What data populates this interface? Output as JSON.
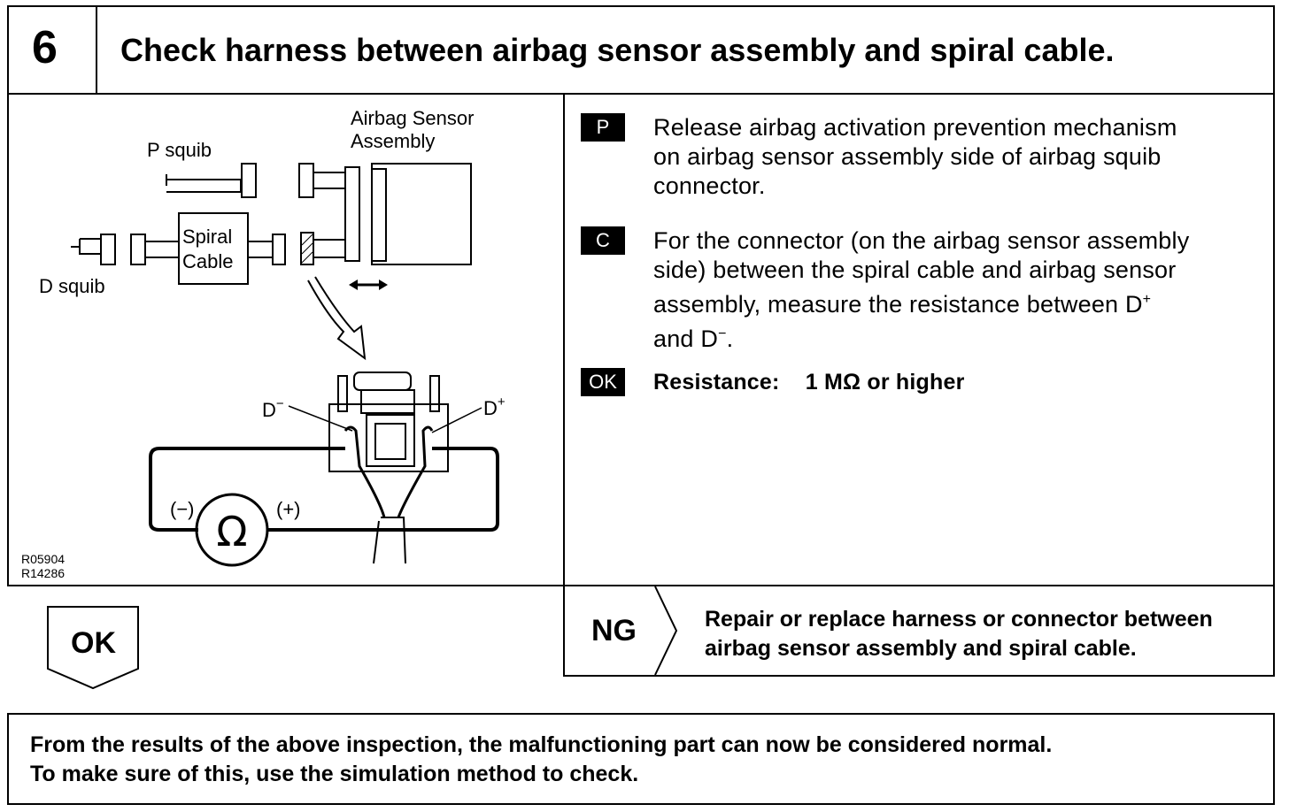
{
  "header": {
    "step_number": "6",
    "title": "Check harness between airbag sensor assembly and spiral cable."
  },
  "diagram": {
    "label_sensor_line1": "Airbag Sensor",
    "label_sensor_line2": "Assembly",
    "label_p_squib": "P squib",
    "label_d_squib": "D squib",
    "label_spiral_line1": "Spiral",
    "label_spiral_line2": "Cable",
    "label_d_minus": "D",
    "label_d_plus": "D",
    "sup_minus": "−",
    "sup_plus": "+",
    "label_neg": "(−)",
    "label_pos": "(+)",
    "label_ohm": "Ω",
    "code_1": "R05904",
    "code_2": "R14286"
  },
  "steps": [
    {
      "tag": "P",
      "lines": [
        "Release airbag activation prevention mechanism",
        "on airbag sensor assembly side of airbag squib",
        "connector."
      ]
    },
    {
      "tag": "C",
      "lines": [
        "For the connector (on the airbag sensor assembly",
        "side) between the spiral cable and airbag sensor",
        "assembly, measure the resistance between D",
        "and D"
      ]
    },
    {
      "tag": "OK",
      "label": "Resistance:",
      "value": "1 MΩ or higher"
    }
  ],
  "sup": {
    "plus": "+",
    "minus": "−",
    "end": "."
  },
  "result_ok": {
    "label": "OK"
  },
  "result_ng": {
    "label": "NG",
    "line1": "Repair or replace harness or connector between",
    "line2": "airbag sensor assembly and spiral cable."
  },
  "footer": {
    "line1": "From the results of the above inspection, the malfunctioning part can now be considered normal.",
    "line2": "To make sure of this, use the simulation method to check."
  }
}
